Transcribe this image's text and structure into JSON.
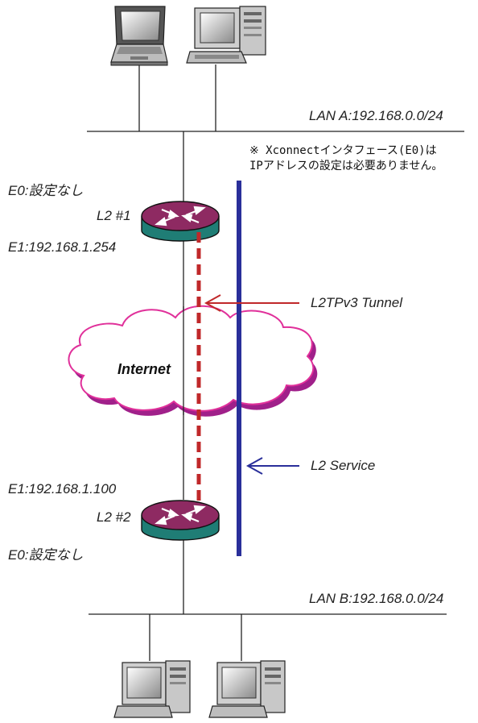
{
  "networks": {
    "lan_a": "LAN A:192.168.0.0/24",
    "lan_b": "LAN B:192.168.0.0/24"
  },
  "note": {
    "line1": "※ Xconnectインタフェース(E0)は",
    "line2": "IPアドレスの設定は必要ありません。"
  },
  "router1": {
    "name": "L2 #1",
    "e0": "E0:設定なし",
    "e1": "E1:192.168.1.254"
  },
  "router2": {
    "name": "L2 #2",
    "e0": "E0:設定なし",
    "e1": "E1:192.168.1.100"
  },
  "cloud": {
    "label": "Internet"
  },
  "tunnel": {
    "label": "L2TPv3 Tunnel",
    "color": "#c0282a"
  },
  "service": {
    "label": "L2 Service",
    "color": "#2a2f9a"
  },
  "colors": {
    "router_top": "#8e2a62",
    "router_side": "#1f7d75",
    "cloud_edge": "#e0309a",
    "cloud_shadow": "#a0208a"
  }
}
